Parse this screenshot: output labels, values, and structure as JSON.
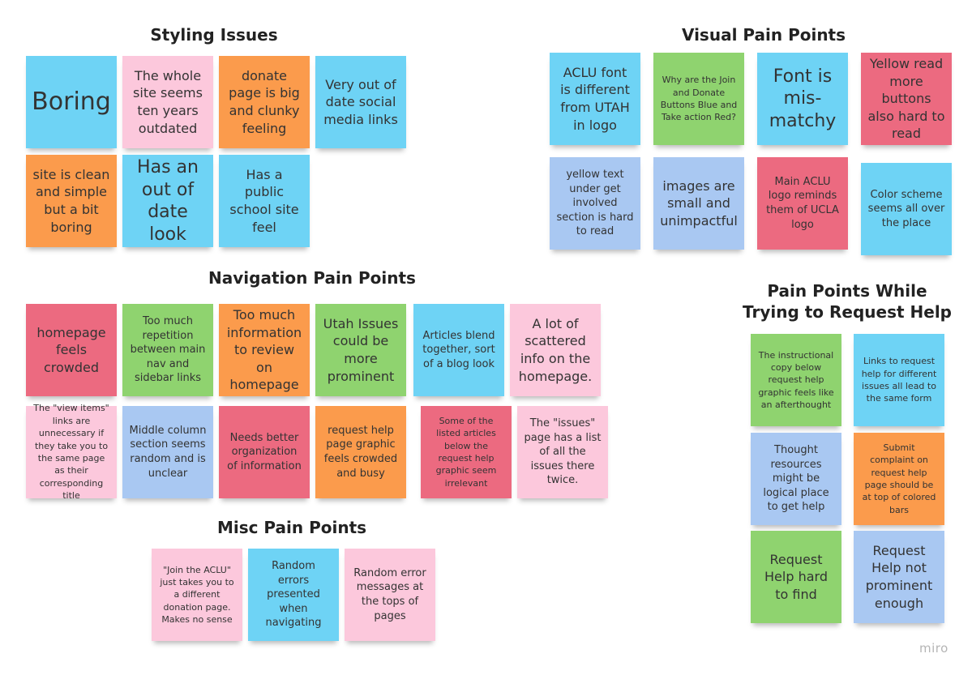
{
  "brand": "miro",
  "colors": {
    "blue": "#6ed3f5",
    "pink": "#fcc8dc",
    "orange": "#fb9b4c",
    "green": "#8fd36f",
    "red": "#ec6a80",
    "light_blue": "#a9c8f2"
  },
  "styling": {
    "title": "Styling Issues",
    "notes": [
      "Boring",
      "The whole site seems ten years outdated",
      "donate page is big and clunky feeling",
      "Very out of date social media links",
      "site is clean and simple but a bit boring",
      "Has an out of date look",
      "Has a public school site feel"
    ]
  },
  "visual": {
    "title": "Visual Pain Points",
    "notes": [
      "ACLU font is different from UTAH in logo",
      "Why are the Join and Donate Buttons Blue and Take action Red?",
      "Font is mis-matchy",
      "Yellow read more buttons also hard to read",
      "yellow text under get involved section is hard to read",
      "images are small and unimpactful",
      "Main ACLU logo reminds them of UCLA logo",
      "Color scheme seems all over the place"
    ]
  },
  "navigation": {
    "title": "Navigation Pain Points",
    "notes": [
      "homepage feels crowded",
      "Too much repetition between main nav and sidebar links",
      "Too much information to review on homepage",
      "Utah Issues could be more prominent",
      "Articles blend together, sort of a blog look",
      "A lot of scattered info on the homepage.",
      "The \"view items\" links are unnecessary if they take you to the same page as their corresponding title",
      "Middle column section seems random and is unclear",
      "Needs better organization of information",
      "request help page graphic feels crowded and busy",
      "Some of the listed articles below the request help graphic seem irrelevant",
      "The \"issues\" page has a list of all the issues there twice."
    ]
  },
  "misc": {
    "title": "Misc Pain Points",
    "notes": [
      "\"Join the ACLU\" just takes you to a different donation page. Makes no sense",
      "Random errors presented when navigating",
      "Random error messages at the tops of pages"
    ]
  },
  "help": {
    "title": "Pain Points While Trying to Request Help",
    "notes": [
      "The instructional copy below request help graphic feels like an afterthought",
      "Links to request help for different issues all lead to the same form",
      "Thought resources might be logical place to get help",
      "Submit complaint on request help page should be at top of colored bars",
      "Request Help hard to find",
      "Request Help not prominent enough"
    ]
  }
}
